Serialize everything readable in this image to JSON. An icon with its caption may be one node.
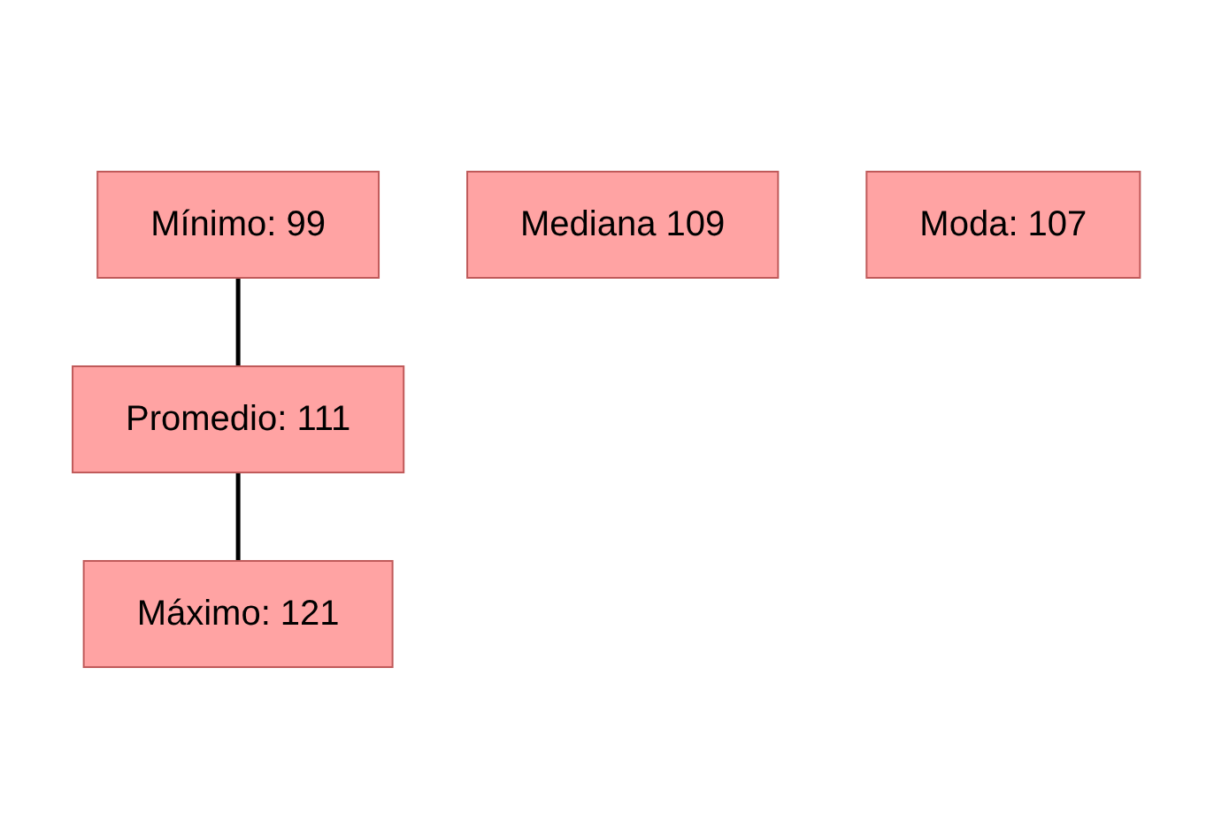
{
  "diagram": {
    "nodes": [
      {
        "text": [
          "Mínimo: 99"
        ]
      },
      {
        "text": [
          "Promedio: 111"
        ]
      },
      {
        "text": [
          "Máximo: 121"
        ]
      },
      {
        "text": [
          "Mediana 109"
        ]
      },
      {
        "text": [
          "Moda: 107"
        ]
      }
    ],
    "edges": [
      {
        "from": 0,
        "to": 1,
        "arrow": "none"
      },
      {
        "from": 1,
        "to": 2,
        "arrow": "none"
      }
    ]
  }
}
